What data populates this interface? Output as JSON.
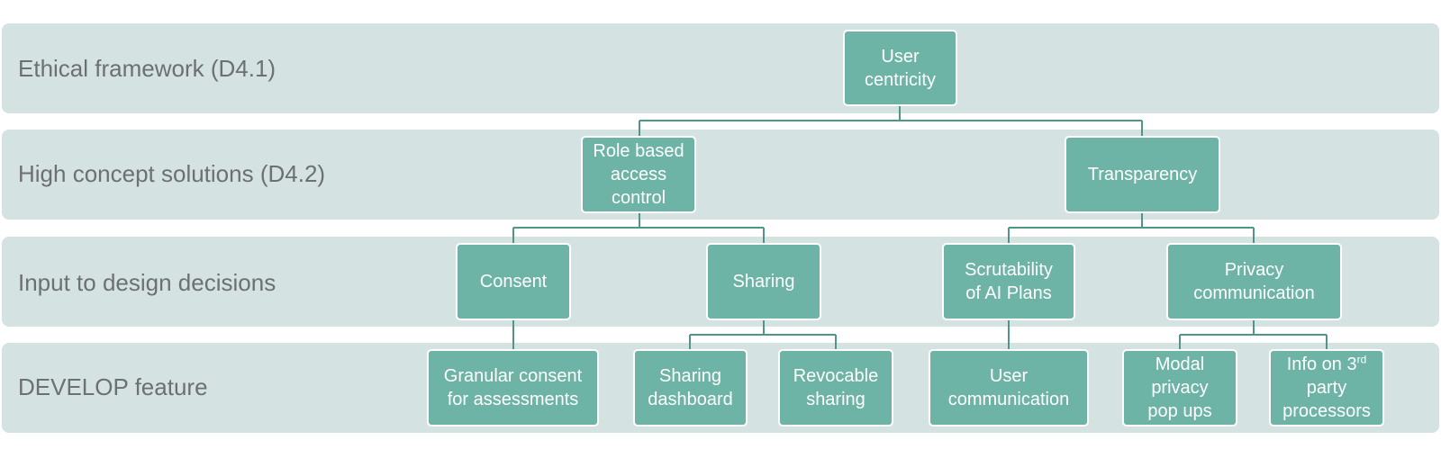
{
  "tiers": [
    {
      "label": "Ethical framework (D4.1)"
    },
    {
      "label": "High concept solutions (D4.2)"
    },
    {
      "label": "Input to design decisions"
    },
    {
      "label": "DEVELOP feature"
    }
  ],
  "nodes": {
    "user_centricity": "User\ncentricity",
    "role_based_access_control": "Role based\naccess\ncontrol",
    "transparency": "Transparency",
    "consent": "Consent",
    "sharing": "Sharing",
    "scrutability": "Scrutability\nof AI Plans",
    "privacy_communication": "Privacy\ncommunication",
    "granular_consent": "Granular consent\nfor assessments",
    "sharing_dashboard": "Sharing\ndashboard",
    "revocable_sharing": "Revocable\nsharing",
    "user_communication": "User\ncommunication",
    "modal_privacy": "Modal\nprivacy\npop ups",
    "third_party": {
      "pre": "Info on 3",
      "sup": "rd",
      "post": "\nparty\nprocessors"
    }
  },
  "colors": {
    "band": "#d4e3e1",
    "node": "#6db3a6",
    "line": "#4f9588",
    "label": "#6c6f73"
  }
}
